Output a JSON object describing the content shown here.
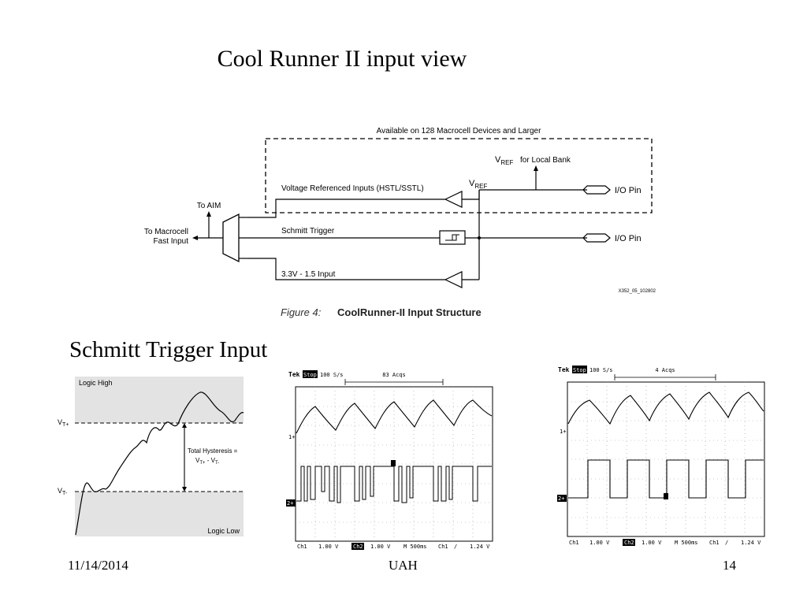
{
  "slide": {
    "title": "Cool Runner II input  view",
    "subtitle": "Schmitt Trigger Input",
    "footer": {
      "date": "11/14/2014",
      "center": "UAH",
      "page": "14"
    }
  },
  "diagram": {
    "box_label": "Available on 128 Macrocell Devices and Larger",
    "vref_local_bank": "for Local Bank",
    "vref_main": "V",
    "vref_sub": "REF",
    "path_vref": "Voltage Referenced Inputs (HSTL/SSTL)",
    "path_schmitt": "Schmitt Trigger",
    "path_33": "3.3V - 1.5 Input",
    "io_pin_1": "I/O Pin",
    "io_pin_2": "I/O Pin",
    "to_aim": "To AIM",
    "to_macrocell_1": "To Macrocell",
    "to_macrocell_2": "Fast Input",
    "part_code": "X352_05_102802",
    "figure_num": "Figure 4:",
    "figure_caption": "CoolRunner-II Input Structure"
  },
  "hysteresis": {
    "logic_high": "Logic High",
    "logic_low": "Logic Low",
    "vt_plus_main": "V",
    "vt_plus_sub": "T+",
    "vt_minus_main": "V",
    "vt_minus_sub": "T-",
    "total_1": "Total Hysteresis =",
    "total_2": "V",
    "total_2_sub1": "T+",
    "total_2_mid": " - V",
    "total_2_sub2": "T-"
  },
  "scope_left": {
    "tek": "Tek",
    "stop": "Stop",
    "rate": "100 S/s",
    "acqs": "83 Acqs",
    "ch1_marker": "1+",
    "ch2_marker": "2+",
    "bottom": [
      "Ch1",
      "1.00 V",
      "Ch2",
      "1.00 V",
      "M 500ms",
      "Ch1",
      "∕",
      "1.24 V"
    ]
  },
  "scope_right": {
    "tek": "Tek",
    "stop": "Stop",
    "rate": "100 S/s",
    "acqs": "4 Acqs",
    "ch1_marker": "1+",
    "ch2_marker": "2+",
    "bottom": [
      "Ch1",
      "1.00 V",
      "Ch2",
      "1.00 V",
      "M 500ms",
      "Ch1",
      "∕",
      "1.24 V"
    ]
  }
}
